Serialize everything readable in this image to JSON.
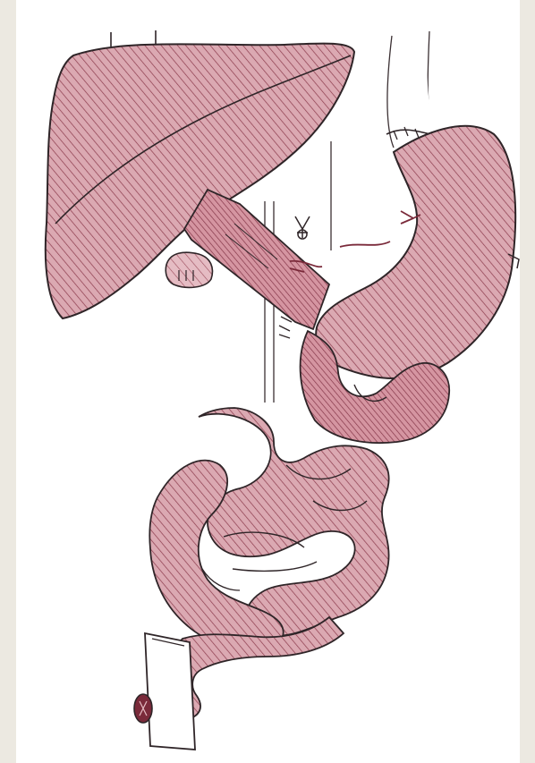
{
  "illustration": {
    "style": "hand-drawn anatomical sketch with diagonal hatching",
    "colors": {
      "outer_background": "#ece9e1",
      "paper": "#ffffff",
      "organ_fill": "#d9a3ad",
      "hatch": "#8c3a4c",
      "outline": "#2f2528",
      "stoma_fill": "#7a2a3a"
    },
    "parts": [
      "liver",
      "gallbladder",
      "esophagus",
      "stomach",
      "duodenum",
      "pancreas",
      "small-intestine",
      "colon",
      "stoma-bag"
    ],
    "caption": ""
  }
}
